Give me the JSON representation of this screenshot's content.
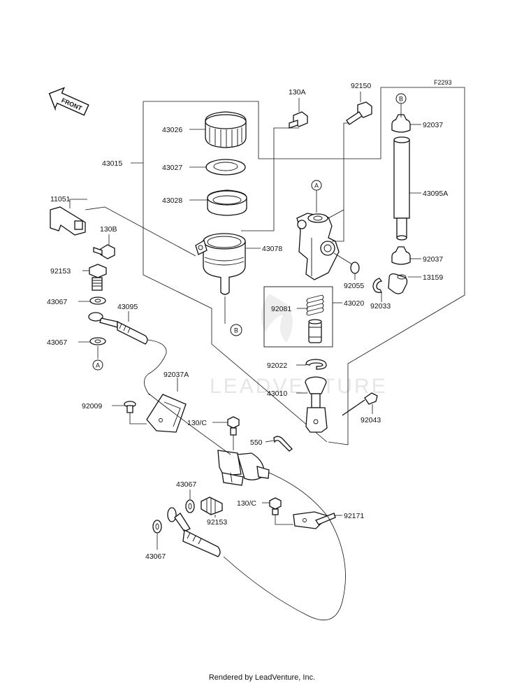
{
  "diagram_code": "F2293",
  "front_label": "FRONT",
  "watermark": "LEADVENTURE",
  "footer": "Rendered by LeadVenture, Inc.",
  "ref_markers": {
    "a": "A",
    "b": "B"
  },
  "parts": {
    "p130a": "130A",
    "p92150": "92150",
    "p43026": "43026",
    "p43015": "43015",
    "p43027": "43027",
    "p43028": "43028",
    "p11051": "11051",
    "p130b": "130B",
    "p43078": "43078",
    "p92153a": "92153",
    "p43067a": "43067",
    "p43095": "43095",
    "p43067b": "43067",
    "p92037a": "92037",
    "p43095a": "43095A",
    "p92037b": "92037",
    "p13159": "13159",
    "p92055": "92055",
    "p92033": "92033",
    "p92081": "92081",
    "p43020": "43020",
    "p92022": "92022",
    "p43010": "43010",
    "p92043": "92043",
    "p92037A": "92037A",
    "p92009": "92009",
    "p130c1": "130/C",
    "p550": "550",
    "p43067c": "43067",
    "p92153b": "92153",
    "p130c2": "130/C",
    "p92171": "92171",
    "p43067d": "43067"
  }
}
